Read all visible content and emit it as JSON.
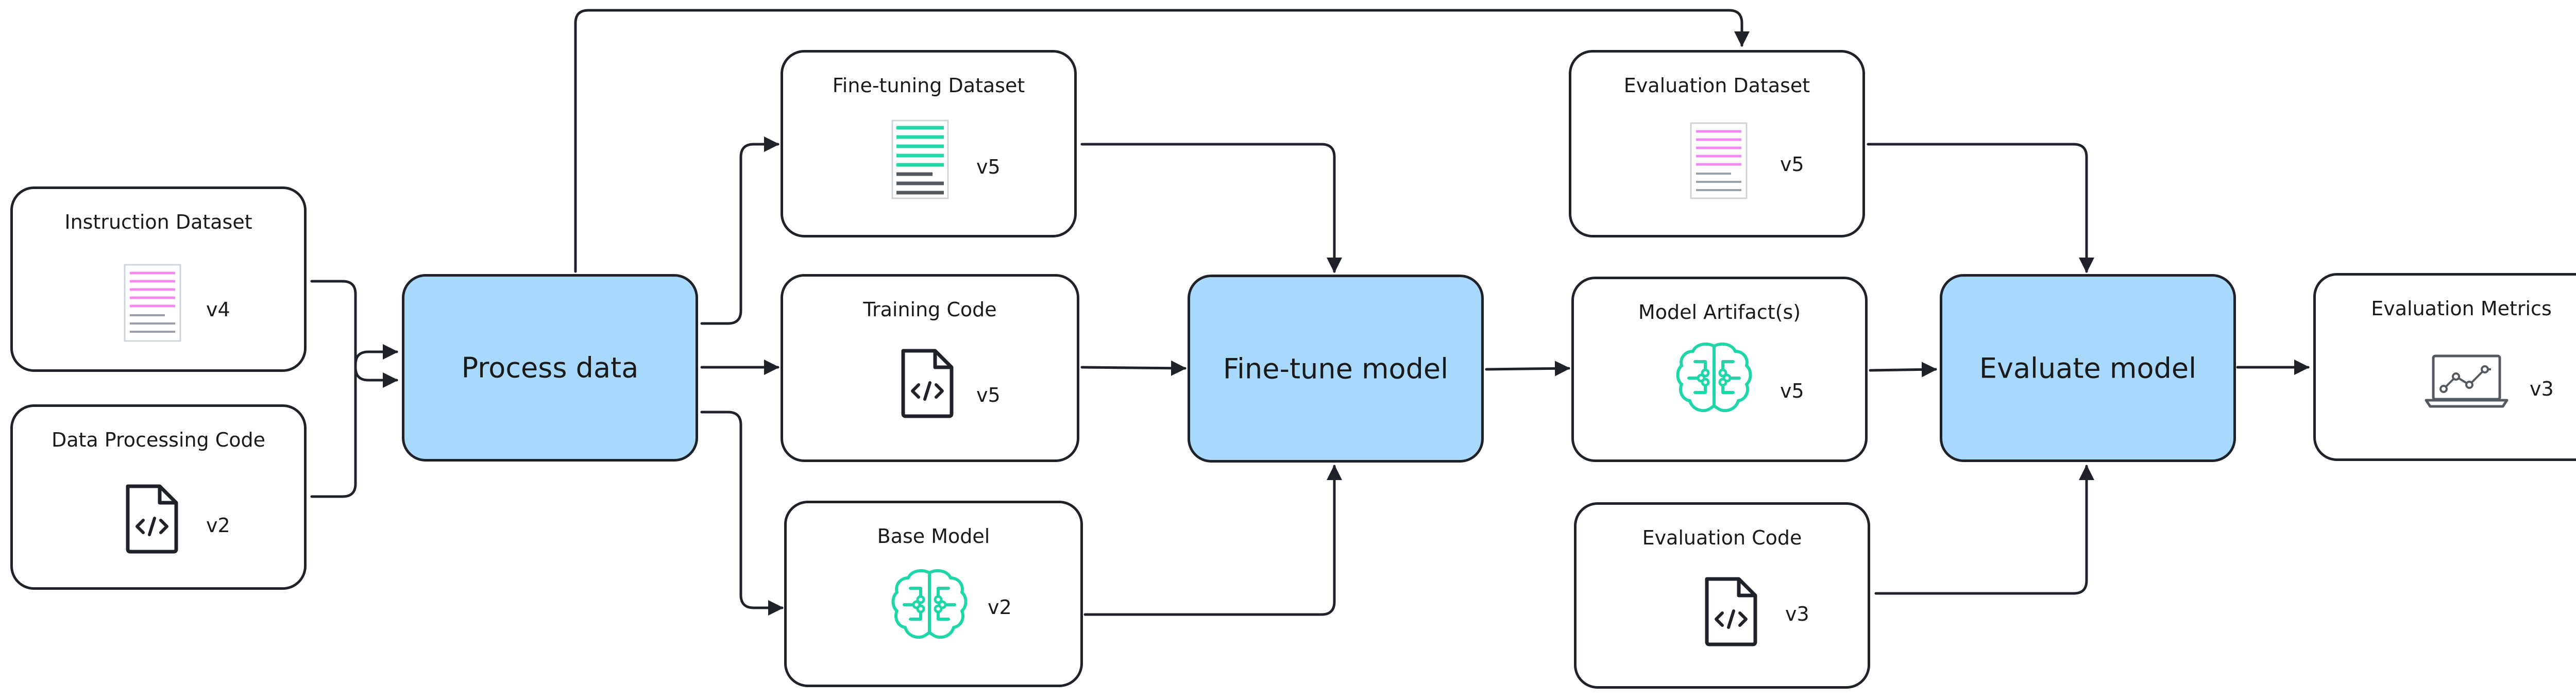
{
  "nodes": {
    "instruction_dataset": {
      "title": "Instruction Dataset",
      "version": "v4",
      "icon": "document-icon"
    },
    "data_processing_code": {
      "title": "Data Processing Code",
      "version": "v2",
      "icon": "code-file-icon"
    },
    "process_data": {
      "label": "Process data"
    },
    "finetuning_dataset": {
      "title": "Fine-tuning Dataset",
      "version": "v5",
      "icon": "document-icon"
    },
    "training_code": {
      "title": "Training Code",
      "version": "v5",
      "icon": "code-file-icon"
    },
    "base_model": {
      "title": "Base Model",
      "version": "v2",
      "icon": "brain-circuit-icon"
    },
    "finetune_model": {
      "label": "Fine-tune model"
    },
    "evaluation_dataset": {
      "title": "Evaluation Dataset",
      "version": "v5",
      "icon": "document-icon"
    },
    "model_artifacts": {
      "title": "Model Artifact(s)",
      "version": "v5",
      "icon": "brain-circuit-icon"
    },
    "evaluation_code": {
      "title": "Evaluation Code",
      "version": "v3",
      "icon": "code-file-icon"
    },
    "evaluate_model": {
      "label": "Evaluate model"
    },
    "evaluation_metrics": {
      "title": "Evaluation Metrics",
      "version": "v3",
      "icon": "laptop-chart-icon"
    }
  },
  "edges": [
    {
      "from": "instruction_dataset",
      "to": "process_data"
    },
    {
      "from": "data_processing_code",
      "to": "process_data"
    },
    {
      "from": "process_data",
      "to": "finetuning_dataset"
    },
    {
      "from": "process_data",
      "to": "training_code"
    },
    {
      "from": "process_data",
      "to": "base_model"
    },
    {
      "from": "process_data",
      "to": "evaluation_dataset"
    },
    {
      "from": "finetuning_dataset",
      "to": "finetune_model"
    },
    {
      "from": "training_code",
      "to": "finetune_model"
    },
    {
      "from": "base_model",
      "to": "finetune_model"
    },
    {
      "from": "finetune_model",
      "to": "model_artifacts"
    },
    {
      "from": "evaluation_dataset",
      "to": "evaluate_model"
    },
    {
      "from": "model_artifacts",
      "to": "evaluate_model"
    },
    {
      "from": "evaluation_code",
      "to": "evaluate_model"
    },
    {
      "from": "evaluate_model",
      "to": "evaluation_metrics"
    }
  ],
  "colors": {
    "process_fill": "#a8d8fb",
    "stroke": "#1f2329",
    "doc_line_accent": "#f08cf0",
    "teal_accent": "#25d6a8",
    "brain_teal": "#1fd6a8"
  }
}
